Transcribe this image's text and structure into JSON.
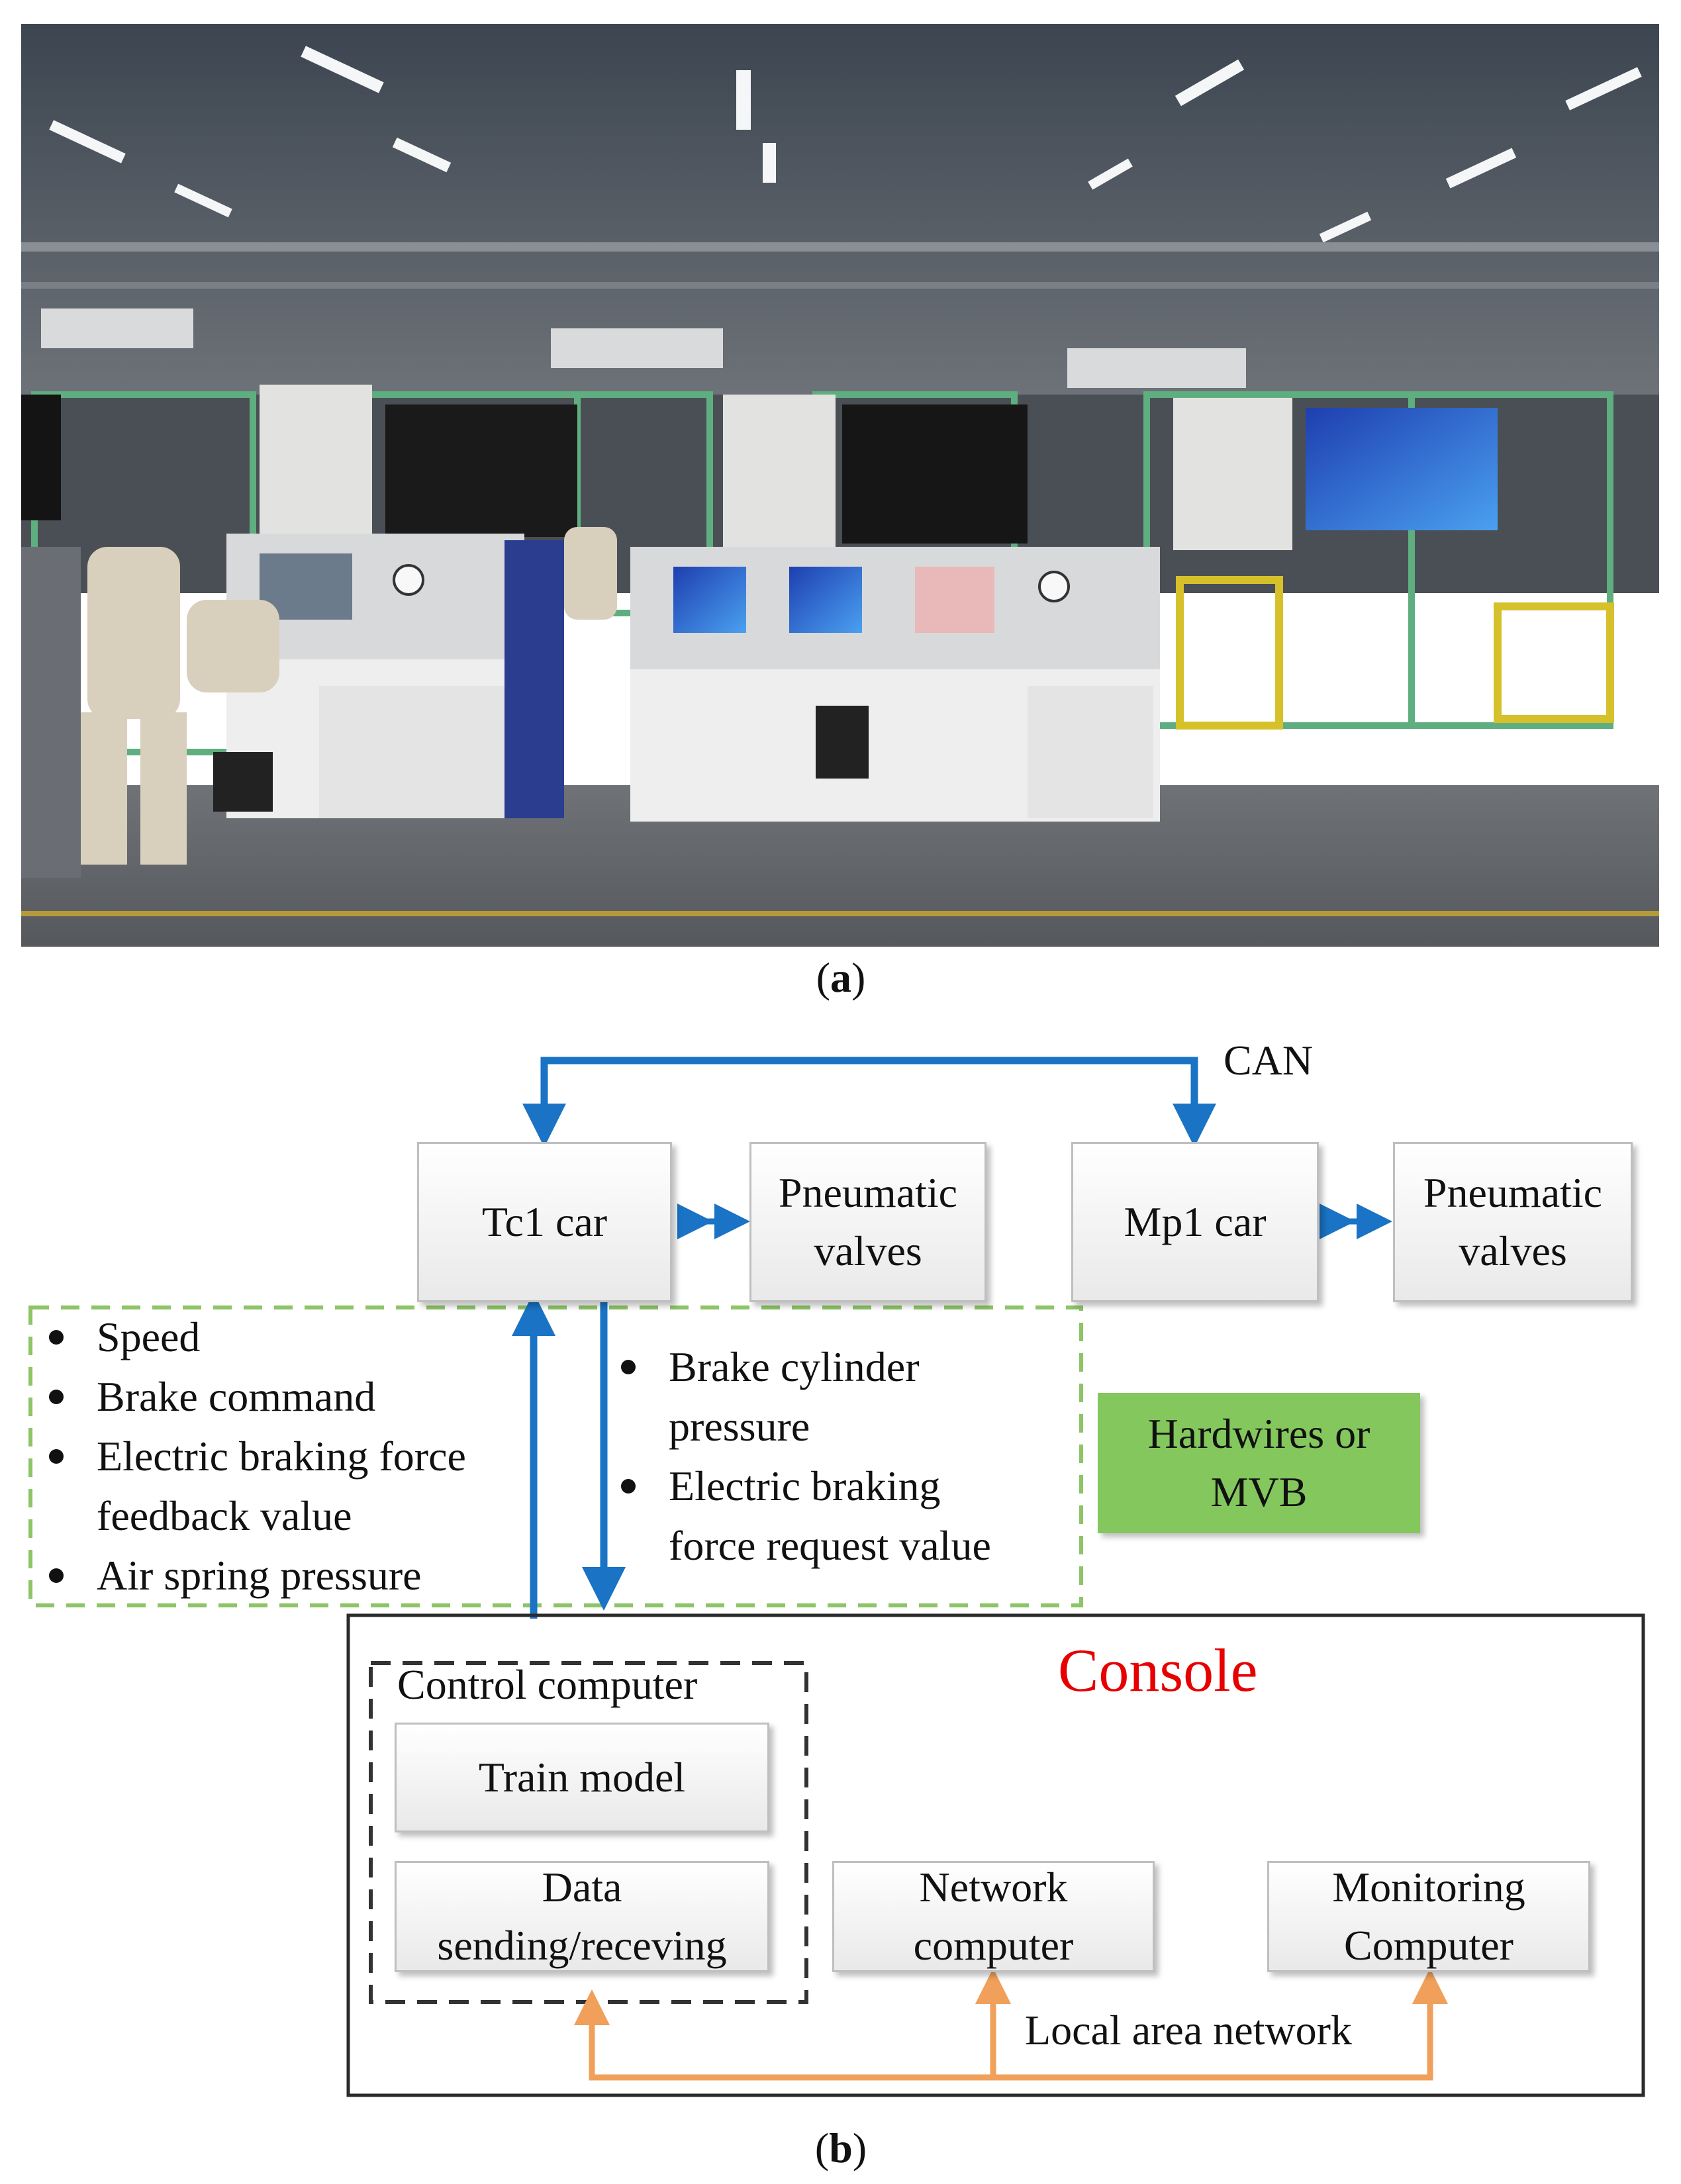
{
  "captions": {
    "a_paren_open": "(",
    "a_letter": "a",
    "a_paren_close": ")",
    "b_paren_open": "(",
    "b_letter": "b",
    "b_paren_close": ")"
  },
  "diagram": {
    "can_label": "CAN",
    "tc1_car": "Tc1 car",
    "mp1_car": "Mp1 car",
    "pneumatic_valves_1": "Pneumatic\nvalves",
    "pneumatic_valves_2": "Pneumatic\nvalves",
    "hardwires": "Hardwires or\nMVB",
    "left_signals": [
      "Speed",
      "Brake command",
      "Electric braking force\nfeedback value",
      "Air spring pressure"
    ],
    "right_signals": [
      "Brake cylinder\npressure",
      "Electric braking\nforce request value"
    ],
    "console": "Console",
    "control_computer": "Control computer",
    "train_model": "Train model",
    "data_sending": "Data\nsending/receving",
    "network_computer": "Network\ncomputer",
    "monitoring_computer": "Monitoring\nComputer",
    "lan_label": "Local area network",
    "colors": {
      "blue_arrow": "#1a73c4",
      "orange_arrow": "#f0a05a",
      "green_dashed": "#8cc466",
      "console_title": "#e60000",
      "hardwires_fill": "#84c75d"
    }
  }
}
